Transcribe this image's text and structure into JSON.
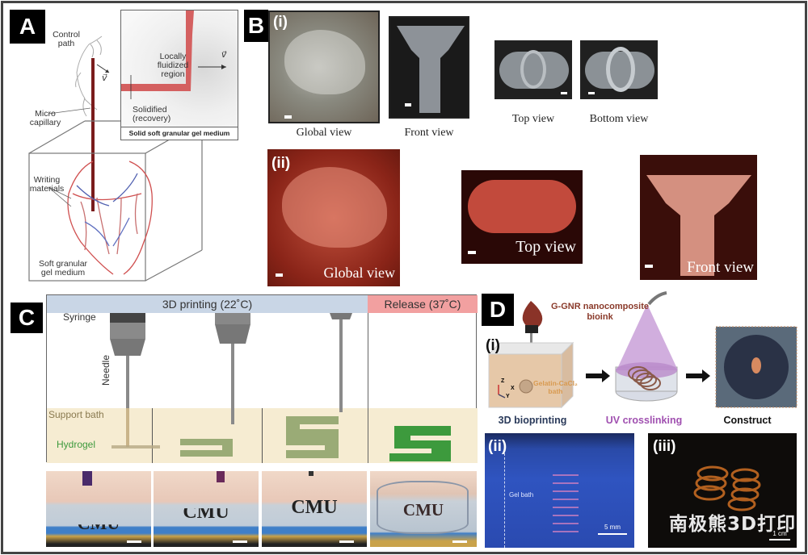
{
  "panels": {
    "A": {
      "letter": "A",
      "labels": {
        "control_path": "Control\npath",
        "velocity": "v⃗",
        "micro_capillary": "Micro\ncapillary",
        "writing_materials": "Writing\nmaterials",
        "soft_granular": "Soft granular\ngel medium"
      },
      "inset": {
        "locally_fluidized": "Locally\nfluidized\nregion",
        "velocity": "v⃗",
        "solidified": "Solidified\n(recovery)",
        "caption": "Solid soft granular gel medium"
      }
    },
    "B": {
      "letter": "B",
      "row1": {
        "tag": "(i)",
        "captions": [
          "Global view",
          "Front view",
          "Top view",
          "Bottom view"
        ]
      },
      "row2": {
        "tag": "(ii)",
        "captions": [
          "Global view",
          "Top view",
          "Front view"
        ]
      }
    },
    "C": {
      "letter": "C",
      "header_print": "3D printing (22˚C)",
      "header_release": "Release (37˚C)",
      "labels": {
        "syringe": "Syringe",
        "needle": "Needle",
        "support_bath": "Support bath",
        "hydrogel": "Hydrogel"
      },
      "photo_text": [
        "CMU",
        "CMU",
        "CMU",
        "CMU"
      ]
    },
    "D": {
      "letter": "D",
      "bioink": "G-GNR nanocomposite\nbioink",
      "tag_i": "(i)",
      "bath": "Gelatin-CaCl₂\nbath",
      "axes": {
        "z": "Z",
        "x": "X",
        "y": "Y"
      },
      "steps": [
        "3D bioprinting",
        "UV crosslinking",
        "Construct"
      ],
      "tag_ii": "(ii)",
      "gel_bath": "Gel bath",
      "scale_ii": "5 mm",
      "tag_iii": "(iii)",
      "scale_iii": "1 cm",
      "watermark": "南极熊3D打印"
    }
  },
  "colors": {
    "letter_bg": "#000000",
    "print_header": "#c9d6e6",
    "release_header": "#f2a0a0",
    "support_bath": "#f6ecd2",
    "hydrogel_green": "#3d9a3d",
    "bioink_label": "#8a3a2a",
    "uv_label": "#a050b0"
  }
}
